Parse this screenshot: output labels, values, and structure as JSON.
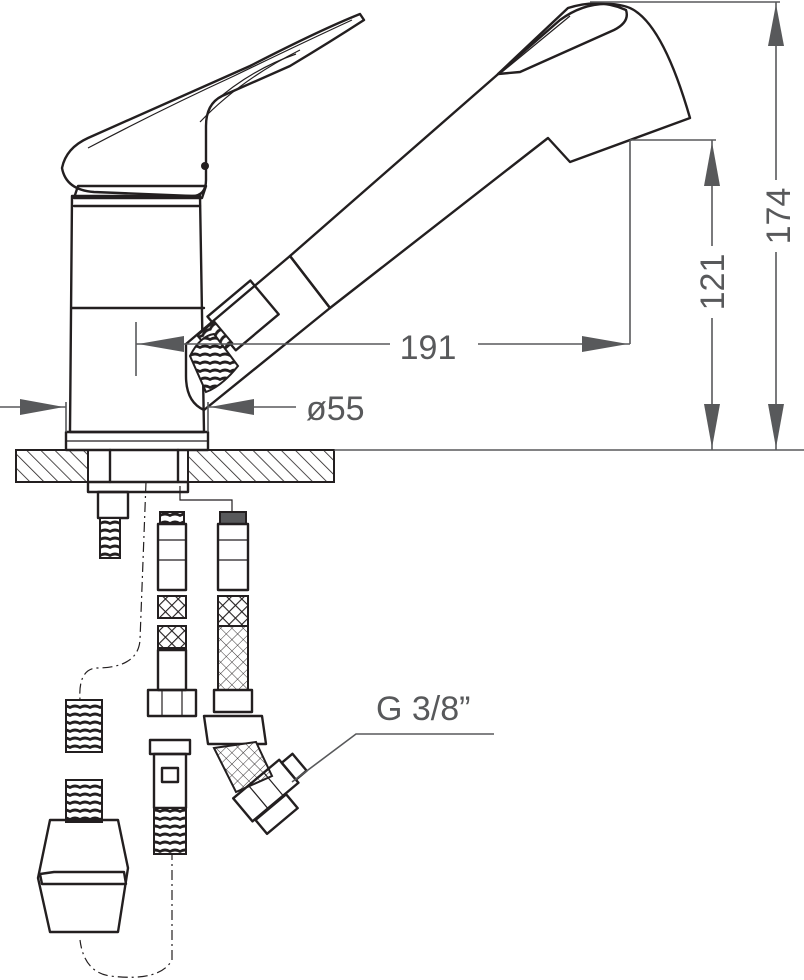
{
  "dimensions": {
    "total_height": "174",
    "spout_height": "121",
    "spout_reach": "191",
    "base_diameter": "ø55",
    "connection_thread": "G 3/8”"
  },
  "colors": {
    "line": "#231f20",
    "dimension": "#58595b",
    "background": "#ffffff"
  }
}
